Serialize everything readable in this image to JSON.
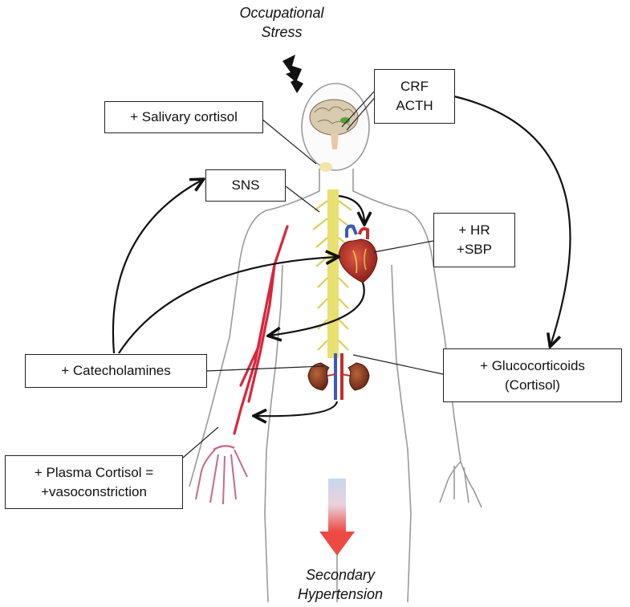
{
  "stressor": {
    "line1": "Occupational",
    "line2": "Stress"
  },
  "outcome": {
    "line1": "Secondary",
    "line2": "Hypertension"
  },
  "labels": {
    "crf_acth": {
      "line1": "CRF",
      "line2": "ACTH"
    },
    "salivary_cortisol": "+ Salivary cortisol",
    "sns": "SNS",
    "hr_sbp": {
      "line1": "+ HR",
      "line2": "+SBP"
    },
    "catecholamines": "+ Catecholamines",
    "glucocorticoids": {
      "line1": "+ Glucocorticoids",
      "line2": "(Cortisol)"
    },
    "plasma_cortisol": {
      "line1": "+ Plasma Cortisol =",
      "line2": "+vasoconstriction"
    }
  },
  "colors": {
    "body_outline": "#9a9a9a",
    "spine": "#e8e070",
    "artery": "#d8263c",
    "heart": "#b0302a",
    "kidney": "#8a3a22",
    "arrow_top": "#c9d6ee",
    "arrow_bottom": "#ee4a44"
  }
}
